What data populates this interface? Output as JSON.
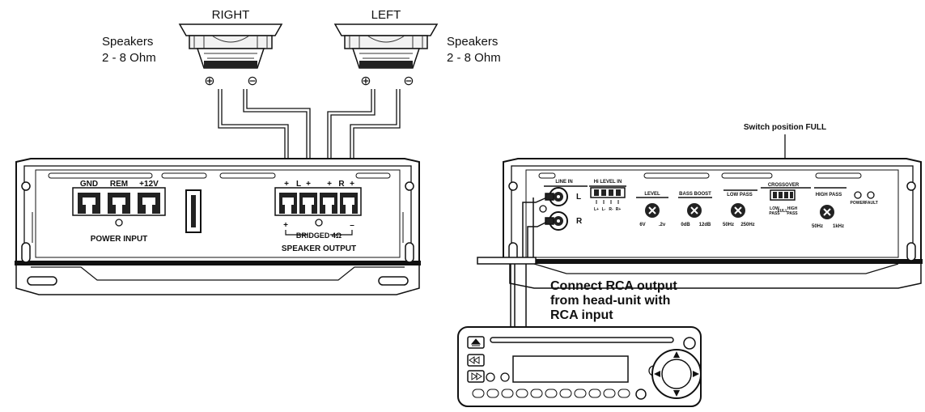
{
  "speakers": {
    "right": {
      "title": "RIGHT",
      "plus_symbol": "⊕",
      "minus_symbol": "⊖"
    },
    "left": {
      "title": "LEFT",
      "plus_symbol": "⊕",
      "minus_symbol": "⊖"
    },
    "note_line1": "Speakers",
    "note_line2": "2 - 8  Ohm"
  },
  "amp_front": {
    "gnd": "GND",
    "rem": "REM",
    "v12": "+12V",
    "power_input": "POWER INPUT",
    "spk_plus": "+",
    "spk_l": "L",
    "spk_r": "R",
    "bridge_plus": "+",
    "bridge_minus": "–",
    "bridged": "BRIDGED 4Ω",
    "speaker_output": "SPEAKER OUTPUT"
  },
  "amp_panel": {
    "switch_note": "Switch position FULL",
    "line_in": "LINE IN",
    "hi_level_in": "Hi LEVEL IN",
    "hi_pins": [
      "L+",
      "L-",
      "R-",
      "R+"
    ],
    "rca_l": "L",
    "rca_r": "R",
    "level": "LEVEL",
    "level_min": "6V",
    "level_max": ".2v",
    "bass_boost": "BASS BOOST",
    "bass_min": "0dB",
    "bass_max": "12dB",
    "low_pass": "LOW PASS",
    "lp_min": "50Hz",
    "lp_max": "250Hz",
    "crossover": "CROSSOVER",
    "xo_low": "LOW",
    "xo_low2": "PASS",
    "xo_full": "FULL",
    "xo_high": "HIGH",
    "xo_high2": "PASS",
    "high_pass": "HIGH PASS",
    "hp_min": "50Hz",
    "hp_max": "1kHz",
    "power": "POWER",
    "fault": "FAULT"
  },
  "connect_note": [
    "Connect RCA output",
    "from head-unit with",
    "RCA input"
  ]
}
